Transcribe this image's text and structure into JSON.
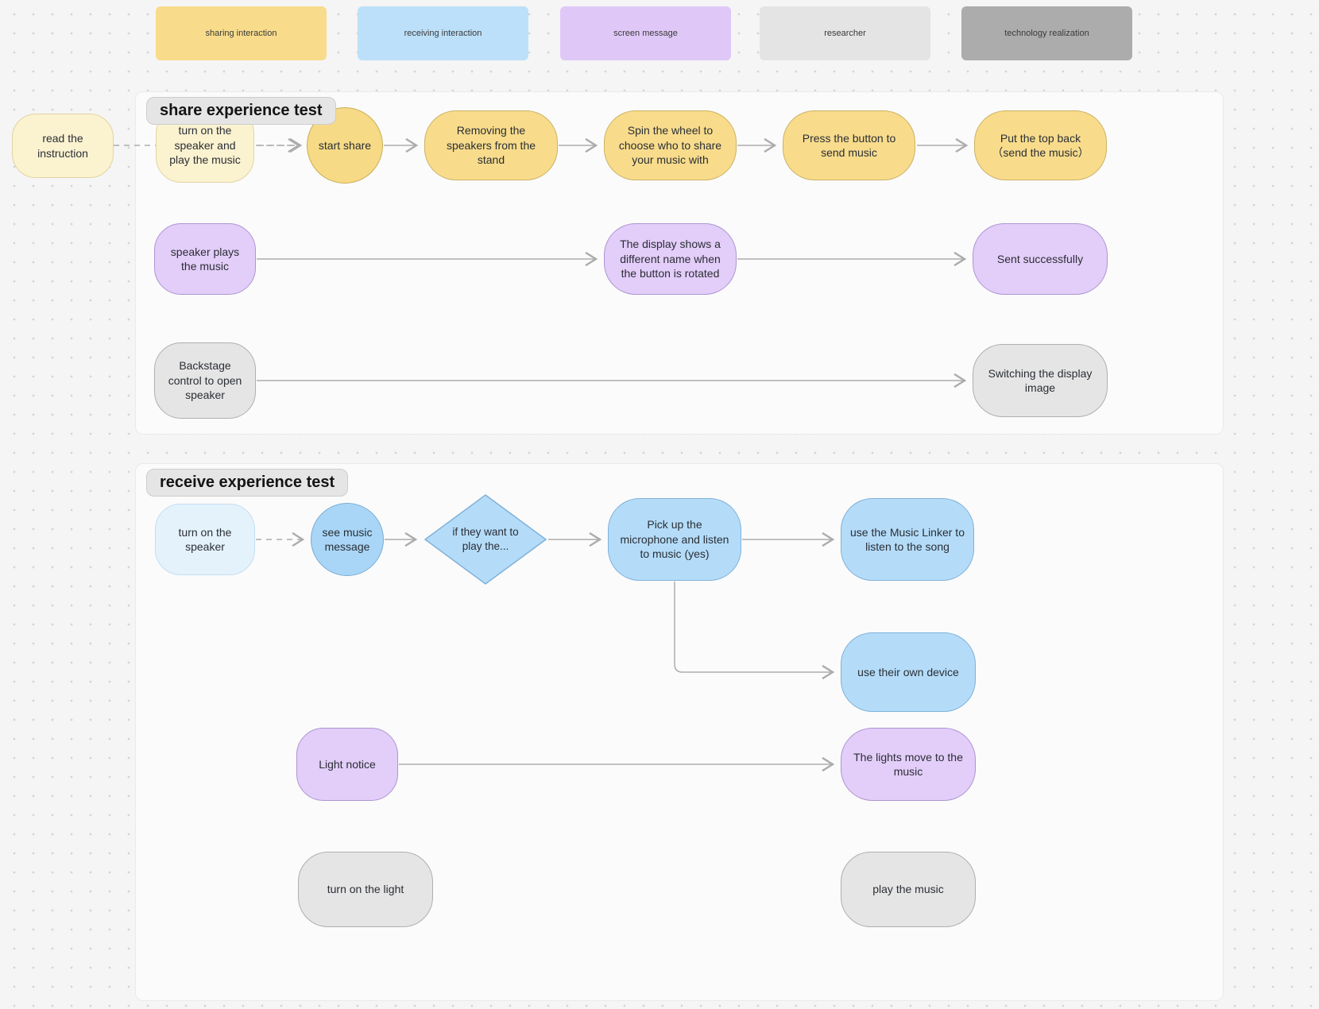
{
  "legend": {
    "items": [
      {
        "label": "sharing interaction",
        "color": "#F8DC8C"
      },
      {
        "label": "receiving interaction",
        "color": "#BCE0F9"
      },
      {
        "label": "screen message",
        "color": "#DFC8F7"
      },
      {
        "label": "researcher",
        "color": "#E4E4E4"
      },
      {
        "label": "technology realization",
        "color": "#ACACAC"
      }
    ]
  },
  "share_frame": {
    "title": "share experience test",
    "nodes": {
      "read_instruction": "read the instruction",
      "turn_on_speaker": "turn on the speaker and play the music",
      "start_share": "start share",
      "removing_speakers": "Removing the speakers from the stand",
      "spin_wheel": "Spin the wheel to choose who to share your music with",
      "press_button": "Press the button to send music",
      "put_top_back": "Put the top back（send the music）",
      "speaker_plays": "speaker plays the music",
      "display_shows": "The display shows a different name when the button is rotated",
      "sent_successfully": "Sent successfully",
      "backstage_control": "Backstage control to open speaker",
      "switching_display": "Switching the display image"
    }
  },
  "receive_frame": {
    "title": "receive experience test",
    "nodes": {
      "turn_on_speaker": "turn on the speaker",
      "see_music_message": "see music message",
      "if_they_want": "if they want to play the...",
      "pick_up_microphone": "Pick up the microphone and listen to music (yes)",
      "use_music_linker": "use the Music Linker to listen to the song",
      "use_own_device": "use their own device",
      "light_notice": "Light notice",
      "lights_move": "The lights move to the music",
      "turn_on_light": "turn on the light",
      "play_music": "play the music"
    }
  },
  "colors": {
    "canvas_bg": "#F5F5F5",
    "dot_grid": "#D4D4D4",
    "frame_bg": "#FBFBFB",
    "title_pill_bg": "#E5E5E5",
    "sharing_yellow": "#F8DC8C",
    "sharing_yellow_pale": "#FBF2D0",
    "receiving_blue": "#B4DCF9",
    "receiving_blue_pale": "#E4F2FC",
    "screen_purple": "#E3CDF9",
    "researcher_gray": "#E5E5E5",
    "technology_gray": "#ACACAC",
    "connector_gray": "#ACACAC"
  }
}
